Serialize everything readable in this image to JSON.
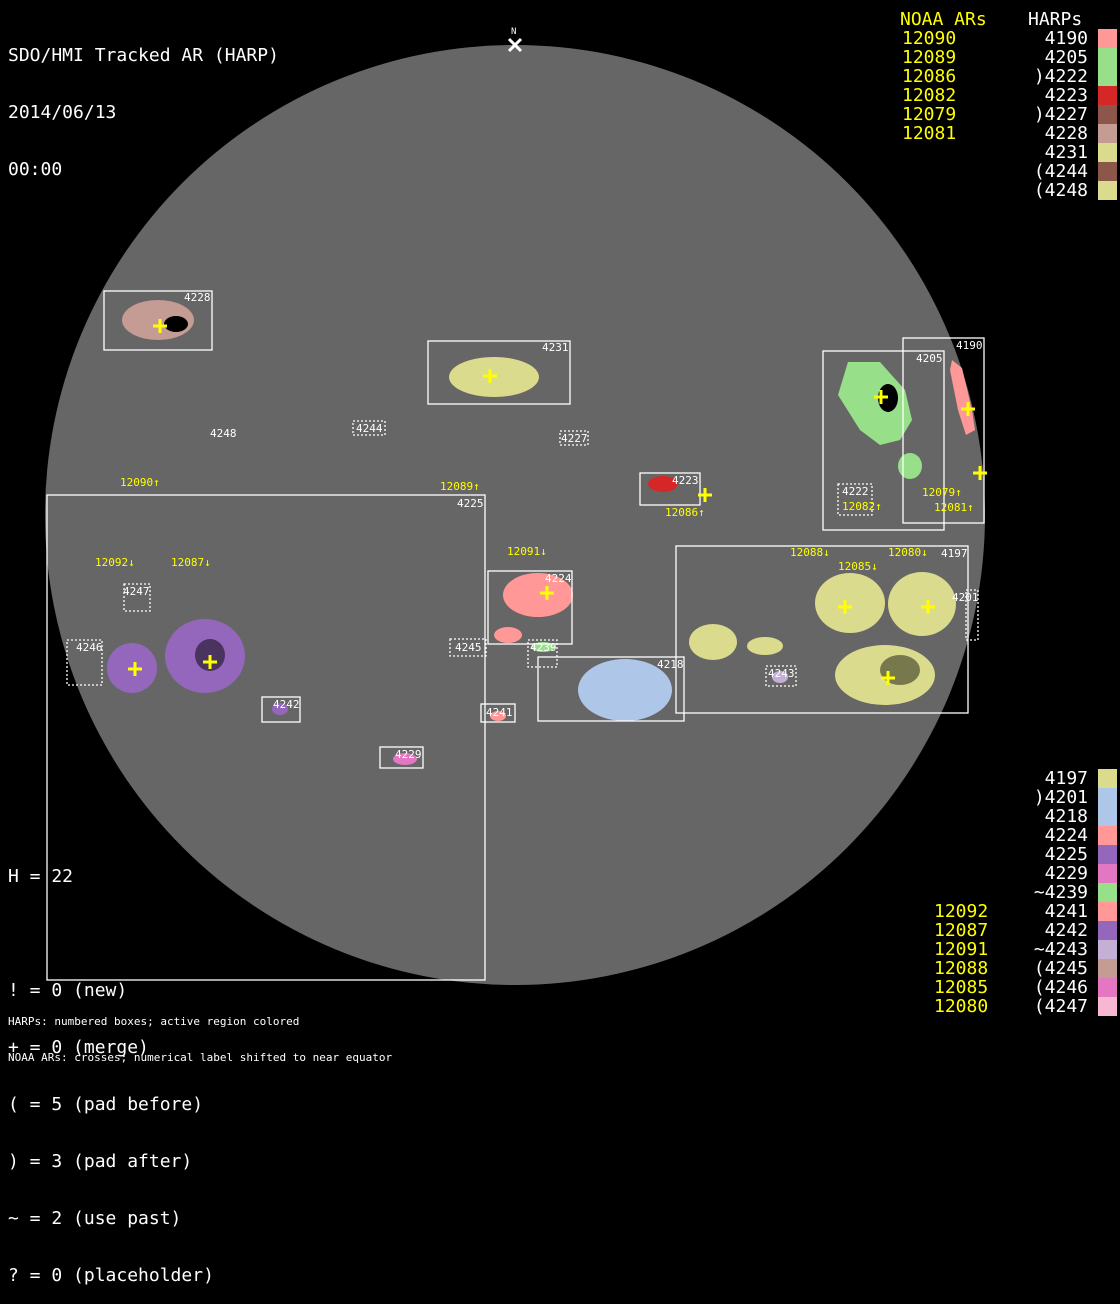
{
  "header": {
    "title": "SDO/HMI Tracked AR (HARP)",
    "date": "2014/06/13",
    "time": "00:00"
  },
  "north_marker": "N",
  "legend_top": {
    "noaa_header": "NOAA ARs",
    "harp_header": "HARPs",
    "noaa": [
      "12090",
      "12089",
      "12086",
      "12082",
      "12079",
      "12081"
    ],
    "harps": [
      {
        "label": "4190",
        "color": "#ff9896"
      },
      {
        "label": "4205",
        "color": "#98df8a"
      },
      {
        "label": ")4222",
        "color": "#98df8a"
      },
      {
        "label": "4223",
        "color": "#d62728"
      },
      {
        "label": ")4227",
        "color": "#8c564b"
      },
      {
        "label": "4228",
        "color": "#c49c94"
      },
      {
        "label": "4231",
        "color": "#dbdb8d"
      },
      {
        "label": "(4244",
        "color": "#8c564b"
      },
      {
        "label": "(4248",
        "color": "#dbdb8d"
      }
    ]
  },
  "legend_bottom": {
    "noaa": [
      "12092",
      "12087",
      "12091",
      "12088",
      "12085",
      "12080"
    ],
    "harps": [
      {
        "label": "4197",
        "color": "#dbdb8d"
      },
      {
        "label": ")4201",
        "color": "#aec7e8"
      },
      {
        "label": "4218",
        "color": "#aec7e8"
      },
      {
        "label": "4224",
        "color": "#ff9896"
      },
      {
        "label": "4225",
        "color": "#9467bd"
      },
      {
        "label": "4229",
        "color": "#e377c2"
      },
      {
        "label": "~4239",
        "color": "#98df8a"
      },
      {
        "label": "4241",
        "color": "#ff9896"
      },
      {
        "label": "4242",
        "color": "#9467bd"
      },
      {
        "label": "~4243",
        "color": "#c5b0d5"
      },
      {
        "label": "(4245",
        "color": "#c49c94"
      },
      {
        "label": "(4246",
        "color": "#e377c2"
      },
      {
        "label": "(4247",
        "color": "#f7b6d2"
      }
    ]
  },
  "stats": {
    "h": "H = 22",
    "lines": [
      "! = 0 (new)",
      "+ = 0 (merge)",
      "( = 5 (pad before)",
      ") = 3 (pad after)",
      "~ = 2 (use past)",
      "? = 0 (placeholder)"
    ]
  },
  "footer": [
    "HARPs: numbered boxes; active region colored",
    "NOAA ARs: crosses; numerical label shifted to near equator"
  ],
  "disk_harp_labels": {
    "h4228": "4228",
    "h4231": "4231",
    "h4244": "4244",
    "h4248": "4248",
    "h4227": "4227",
    "h4223": "4223",
    "h4205": "4205",
    "h4190": "4190",
    "h4222": "4222",
    "h4225": "4225",
    "h4197": "4197",
    "h4201": "4201",
    "h4224": "4224",
    "h4239": "4239",
    "h4245": "4245",
    "h4246": "4246",
    "h4247": "4247",
    "h4218": "4218",
    "h4243": "4243",
    "h4242": "4242",
    "h4241": "4241",
    "h4229": "4229"
  },
  "disk_noaa_labels": {
    "n12090": "12090↑",
    "n12089": "12089↑",
    "n12086": "12086↑",
    "n12082": "12082↑",
    "n12079": "12079↑",
    "n12081": "12081↑",
    "n12092": "12092↓",
    "n12087": "12087↓",
    "n12091": "12091↓",
    "n12088": "12088↓",
    "n12085": "12085↓",
    "n12080": "12080↓"
  }
}
